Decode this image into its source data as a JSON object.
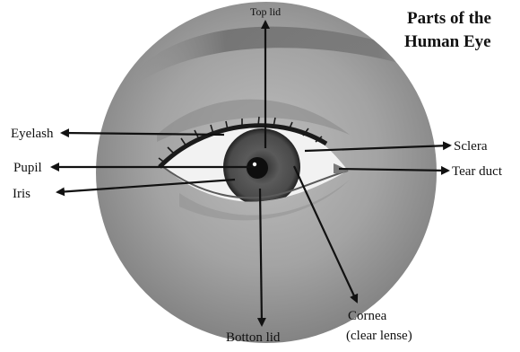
{
  "title": {
    "line1": "Parts of the",
    "line2": "Human Eye"
  },
  "labels": {
    "top_lid": "Top lid",
    "eyelash": "Eyelash",
    "pupil": "Pupil",
    "iris": "Iris",
    "sclera": "Sclera",
    "tear_duct": "Tear duct",
    "cornea_line1": "Cornea",
    "cornea_line2": "(clear lense)",
    "bottom_lid": "Botton lid"
  },
  "colors": {
    "photo_background": "#9a9a9a",
    "iris": "#4a4a4a",
    "pupil": "#0e0e0e",
    "sclera": "#f2f2f2",
    "ink": "#111111"
  }
}
